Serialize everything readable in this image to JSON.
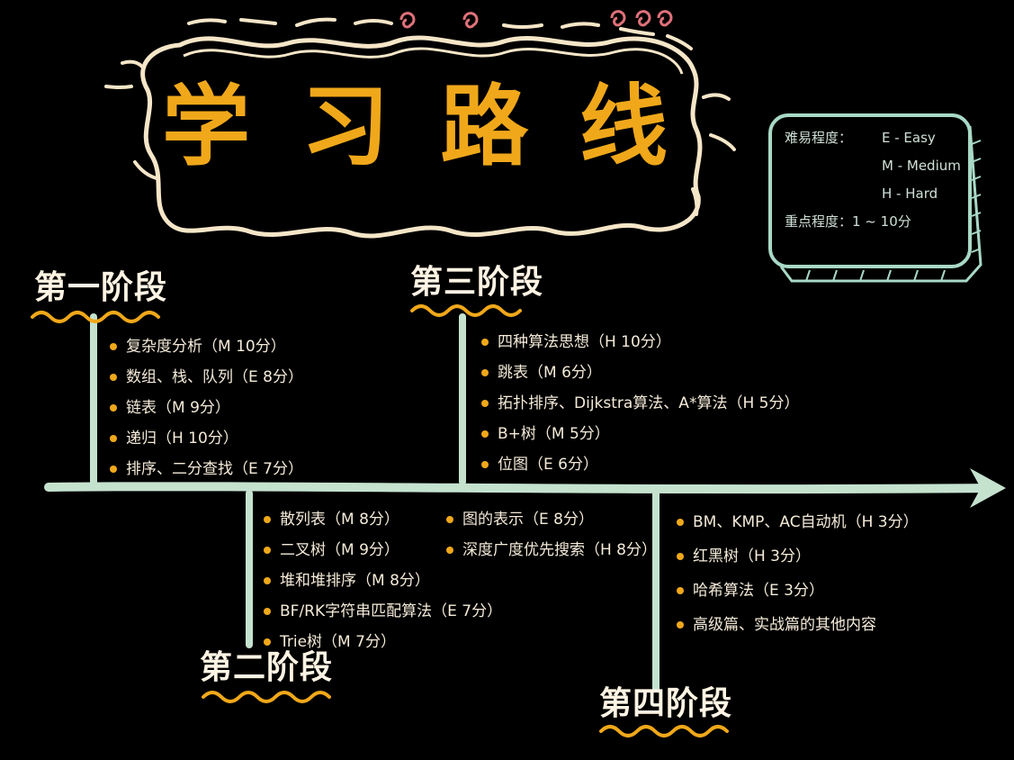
{
  "title": {
    "chars": [
      "学",
      "习",
      "路",
      "线"
    ]
  },
  "legend": {
    "difficulty_label": "难易程度：",
    "levels": [
      "E - Easy",
      "M - Medium",
      "H - Hard"
    ],
    "importance": "重点程度：1 ~ 10分"
  },
  "stages": [
    {
      "label": "第一阶段",
      "items": [
        "复杂度分析（M 10分）",
        "数组、栈、队列（E 8分）",
        "链表（M 9分）",
        "递归（H 10分）",
        "排序、二分查找（E 7分）"
      ]
    },
    {
      "label": "第二阶段",
      "items": [
        "散列表（M 8分）",
        "二叉树（M 9分）",
        "堆和堆排序（M 8分）",
        "BF/RK字符串匹配算法（E 7分）",
        "Trie树（M 7分）"
      ],
      "items_b": [
        "图的表示（E 8分）",
        "深度广度优先搜索（H 8分）"
      ]
    },
    {
      "label": "第三阶段",
      "items": [
        "四种算法思想（H 10分）",
        "跳表（M 6分）",
        "拓扑排序、Dijkstra算法、A*算法（H 5分）",
        "B+树（M 5分）",
        "位图（E 6分）"
      ]
    },
    {
      "label": "第四阶段",
      "items": [
        "BM、KMP、AC自动机（H 3分）",
        "红黑树（H 3分）",
        "哈希算法（E 3分）",
        "高级篇、实战篇的其他内容"
      ]
    }
  ],
  "colors": {
    "title": "#f0a81a",
    "axis": "#c5e2cf",
    "bullet": "#f0a81a",
    "wave": "#f0a81a",
    "cloud": "#f6e6c8",
    "swirl": "#e0717a",
    "legend_border": "#a8d9c6"
  }
}
